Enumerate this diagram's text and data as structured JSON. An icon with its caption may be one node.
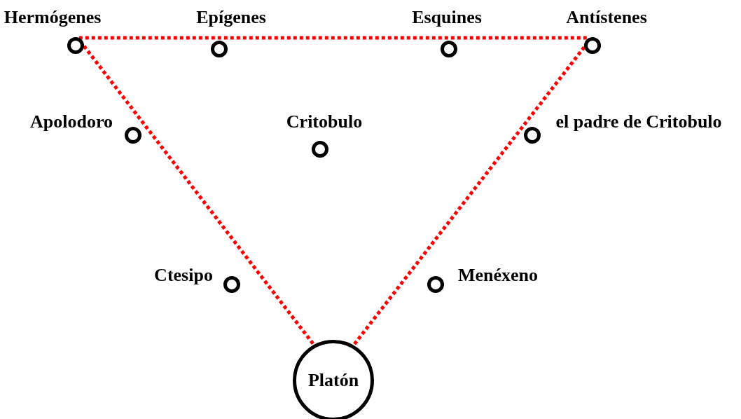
{
  "diagram": {
    "nodes": [
      {
        "text": [],
        "shape": "circle",
        "beside": [
          "Hermógenes"
        ]
      },
      {
        "text": [],
        "shape": "circle",
        "beside": [
          "Epígenes"
        ]
      },
      {
        "text": [],
        "shape": "circle",
        "beside": [
          "Esquines"
        ]
      },
      {
        "text": [],
        "shape": "circle",
        "beside": [
          "Antístenes"
        ]
      },
      {
        "text": [],
        "shape": "circle",
        "beside": [
          "Apolodoro"
        ]
      },
      {
        "text": [],
        "shape": "circle",
        "beside": [
          "Critobulo"
        ]
      },
      {
        "text": [],
        "shape": "circle",
        "beside": [
          "el padre de Critobulo"
        ]
      },
      {
        "text": [],
        "shape": "circle",
        "beside": [
          "Ctesipo"
        ]
      },
      {
        "text": [],
        "shape": "circle",
        "beside": [
          "Menéxeno"
        ]
      },
      {
        "text": [
          "Platón"
        ]
      }
    ],
    "edges": [
      {
        "from": 0,
        "to": 3,
        "arrow": "none",
        "style": "dashed",
        "color": "#ff0000"
      },
      {
        "from": 0,
        "to": 9,
        "arrow": "none",
        "style": "dashed",
        "color": "#ff0000"
      },
      {
        "from": 3,
        "to": 9,
        "arrow": "none",
        "style": "dashed",
        "color": "#ff0000"
      }
    ]
  }
}
